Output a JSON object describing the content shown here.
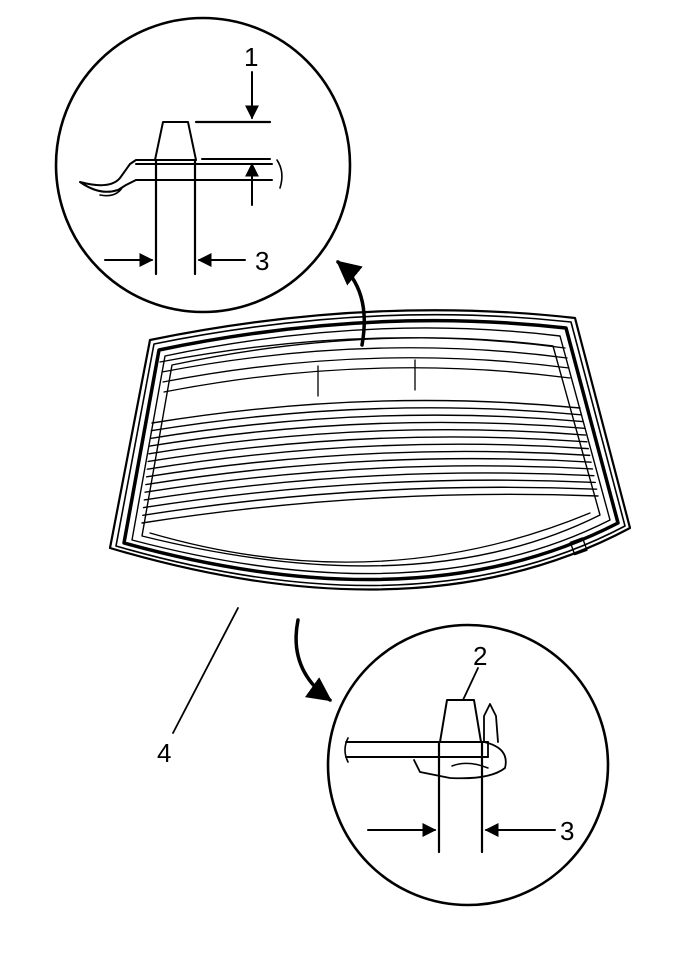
{
  "figure": {
    "callouts": {
      "c1": "1",
      "c2": "2",
      "c3_top": "3",
      "c3_bottom": "3",
      "c4": "4"
    }
  },
  "colors": {
    "ink": "#000000",
    "background": "#ffffff"
  }
}
